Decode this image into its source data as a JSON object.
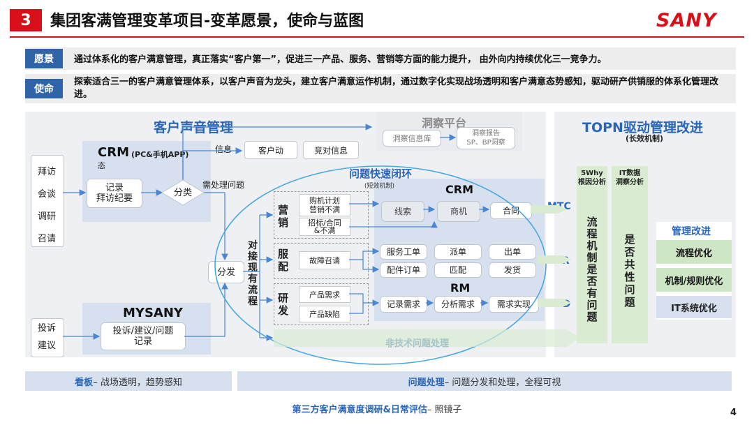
{
  "header": {
    "number": "3",
    "title": "集团客满管理变革项目-变革愿景，使命与蓝图",
    "logo": "SANY"
  },
  "vision": {
    "tag": "愿景",
    "text": "通过体系化的客户满意管理，真正落实“客户第一”，促进三一产品、服务、营销等方面的能力提升， 由外向内持续优化三一竞争力。"
  },
  "mission": {
    "tag": "使命",
    "text": "探索适合三一的客户满意管理体系，以客户声音为龙头，建立客户满意运作机制，通过数字化实现战场透明和客户满意态势感知，驱动研产供销服的体系化管理改进。"
  },
  "voice": {
    "title": "客户声音管理",
    "sources": [
      "拜访",
      "会谈",
      "调研",
      "召请"
    ],
    "sources2": [
      "投诉",
      "建议"
    ],
    "crm_title": "CRM",
    "crm_sub": "(PC&手机APP)",
    "crm_state": "态",
    "record": "记录\n拜访纪要",
    "classify": "分类",
    "info": "信息",
    "customer_move": "客户动",
    "competitor_info": "竞对信息",
    "need_handle": "需处理问题",
    "mysany_title": "MYSANY",
    "complaint_record": "投诉/建议/问题\n记录"
  },
  "insight": {
    "title": "洞察平台",
    "lib": "洞察信息库",
    "report": "洞察报告\nSP、BP洞察"
  },
  "loop": {
    "title": "问题快速闭环",
    "sub": "(短效机制)",
    "dispatch": "分发",
    "connect": "对接现有流程",
    "sales_label": "营销",
    "service_label": "服配",
    "rd_label": "研发",
    "purchase": "购机计划\n营销不满",
    "bid": "招标/合同\n&不满",
    "fault": "故障召请",
    "demand": "产品需求",
    "defect": "产品缺陷",
    "crm_title": "CRM",
    "lead": "线索",
    "opp": "商机",
    "contract": "合同",
    "svc_order": "服务工单",
    "dispatch_order": "派单",
    "out_order": "出单",
    "parts_order": "配件订单",
    "match": "匹配",
    "ship": "发货",
    "rm_title": "RM",
    "rec_demand": "记录需求",
    "ana_demand": "分析需求",
    "impl_demand": "需求实现",
    "mtc": "MTC",
    "itr": "ITR",
    "ipd": "IPD",
    "nontech": "非技术问题处理"
  },
  "topn": {
    "title": "TOPN驱动管理改进",
    "sub": "(长效机制)",
    "why": "5Why\n根因分析",
    "itdata": "IT数据\n洞察分析",
    "process_q": "流程机制是否有问题",
    "common_q": "是否共性问题",
    "improve_title": "管理改进",
    "improve_items": [
      "流程优化",
      "机制/规则优化",
      "IT系统优化"
    ]
  },
  "bottom": {
    "board_key": "看板",
    "board_text": " – 战场透明，趋势感知",
    "handle_key": "问题处理",
    "handle_text": " – 问题分发和处理，全程可视",
    "third_key": "第三方客户满意度调研&日常评估",
    "third_text": " – 照镜子",
    "page": "4"
  }
}
